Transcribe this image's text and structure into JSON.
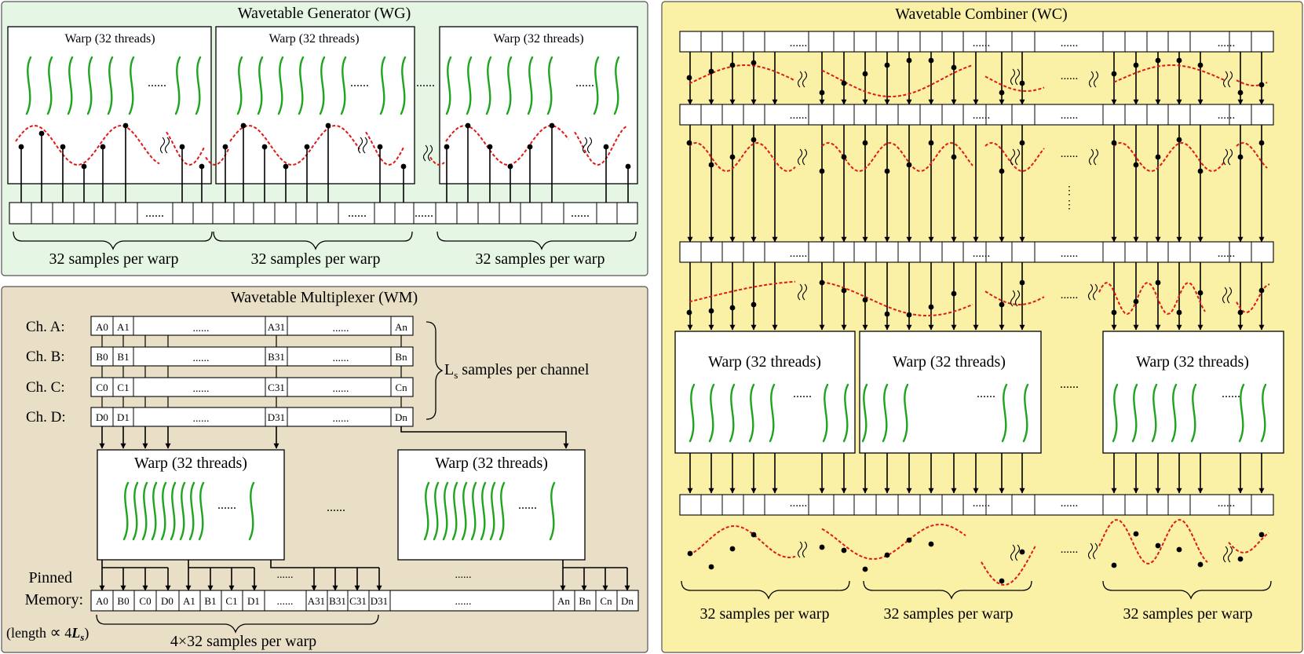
{
  "wg": {
    "title": "Wavetable Generator (WG)",
    "warp_label": "Warp (32 threads)",
    "ellipsis": "......",
    "caption": "32 samples per warp"
  },
  "wm": {
    "title": "Wavetable Multiplexer (WM)",
    "warp_label": "Warp (32 threads)",
    "ellipsis": "......",
    "channels": [
      {
        "label": "Ch. A:",
        "cells": [
          "A0",
          "A1",
          "A31",
          "An"
        ]
      },
      {
        "label": "Ch. B:",
        "cells": [
          "B0",
          "B1",
          "B31",
          "Bn"
        ]
      },
      {
        "label": "Ch. C:",
        "cells": [
          "C0",
          "C1",
          "C31",
          "Cn"
        ]
      },
      {
        "label": "Ch. D:",
        "cells": [
          "D0",
          "D1",
          "D31",
          "Dn"
        ]
      }
    ],
    "ls_label": "L",
    "ls_sub": "s",
    "ls_rest": " samples per channel",
    "pinned_label_1": "Pinned",
    "pinned_label_2": "Memory:",
    "pinned_cells": [
      "A0",
      "B0",
      "C0",
      "D0",
      "A1",
      "B1",
      "C1",
      "D1",
      "A31",
      "B31",
      "C31",
      "D31",
      "An",
      "Bn",
      "Cn",
      "Dn"
    ],
    "length_prefix": "(length ",
    "length_propto": "∝",
    "length_four": " 4",
    "length_L": "L",
    "length_s": "s",
    "length_suffix": ")",
    "caption": "4×32 samples per warp"
  },
  "wc": {
    "title": "Wavetable Combiner (WC)",
    "warp_label": "Warp (32 threads)",
    "ellipsis": "......",
    "caption": "32 samples per warp"
  },
  "colors": {
    "wg_bg": "#e6f6e4",
    "wm_bg": "#e8dfc6",
    "wc_bg": "#faf1a6",
    "thread": "#1ea41e",
    "wave": "#e01818"
  }
}
